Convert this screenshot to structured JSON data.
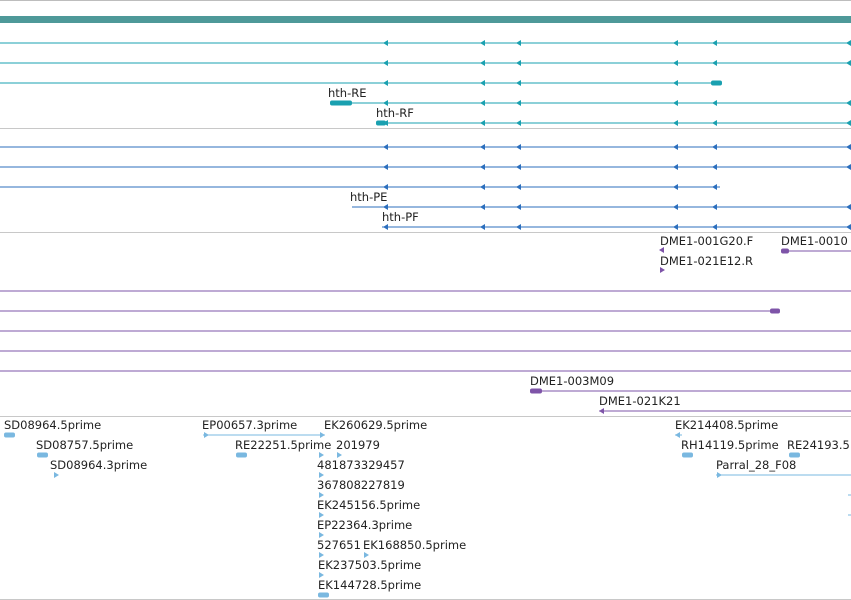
{
  "colors": {
    "mrna": "#1aa0b0",
    "protein": "#2c6fbe",
    "clone": "#7e54a8",
    "est": "#7ab8e0",
    "scaffold": "#4e9999",
    "divider": "#c8c8c8"
  },
  "tracks": {
    "transcripts": {
      "labels": [
        "hth-RE",
        "hth-RF"
      ]
    },
    "proteins": {
      "labels": [
        "hth-PE",
        "hth-PF"
      ]
    },
    "clones": {
      "labels": [
        "DME1-001G20.F",
        "DME1-0010",
        "DME1-021E12.R",
        "DME1-003M09",
        "DME1-021K21"
      ]
    },
    "ests": {
      "labels": [
        "SD08964.5prime",
        "SD08757.5prime",
        "SD08964.3prime",
        "EP00657.3prime",
        "RE22251.5prime",
        "EK260629.5prime",
        "201979",
        "481873329457",
        "367808227819",
        "EK245156.5prime",
        "EP22364.3prime",
        "527651",
        "EK168850.5prime",
        "EK237503.5prime",
        "EK144728.5prime",
        "EK214408.5prime",
        "RH14119.5prime",
        "RE24193.5",
        "Parral_28_F08"
      ]
    }
  }
}
